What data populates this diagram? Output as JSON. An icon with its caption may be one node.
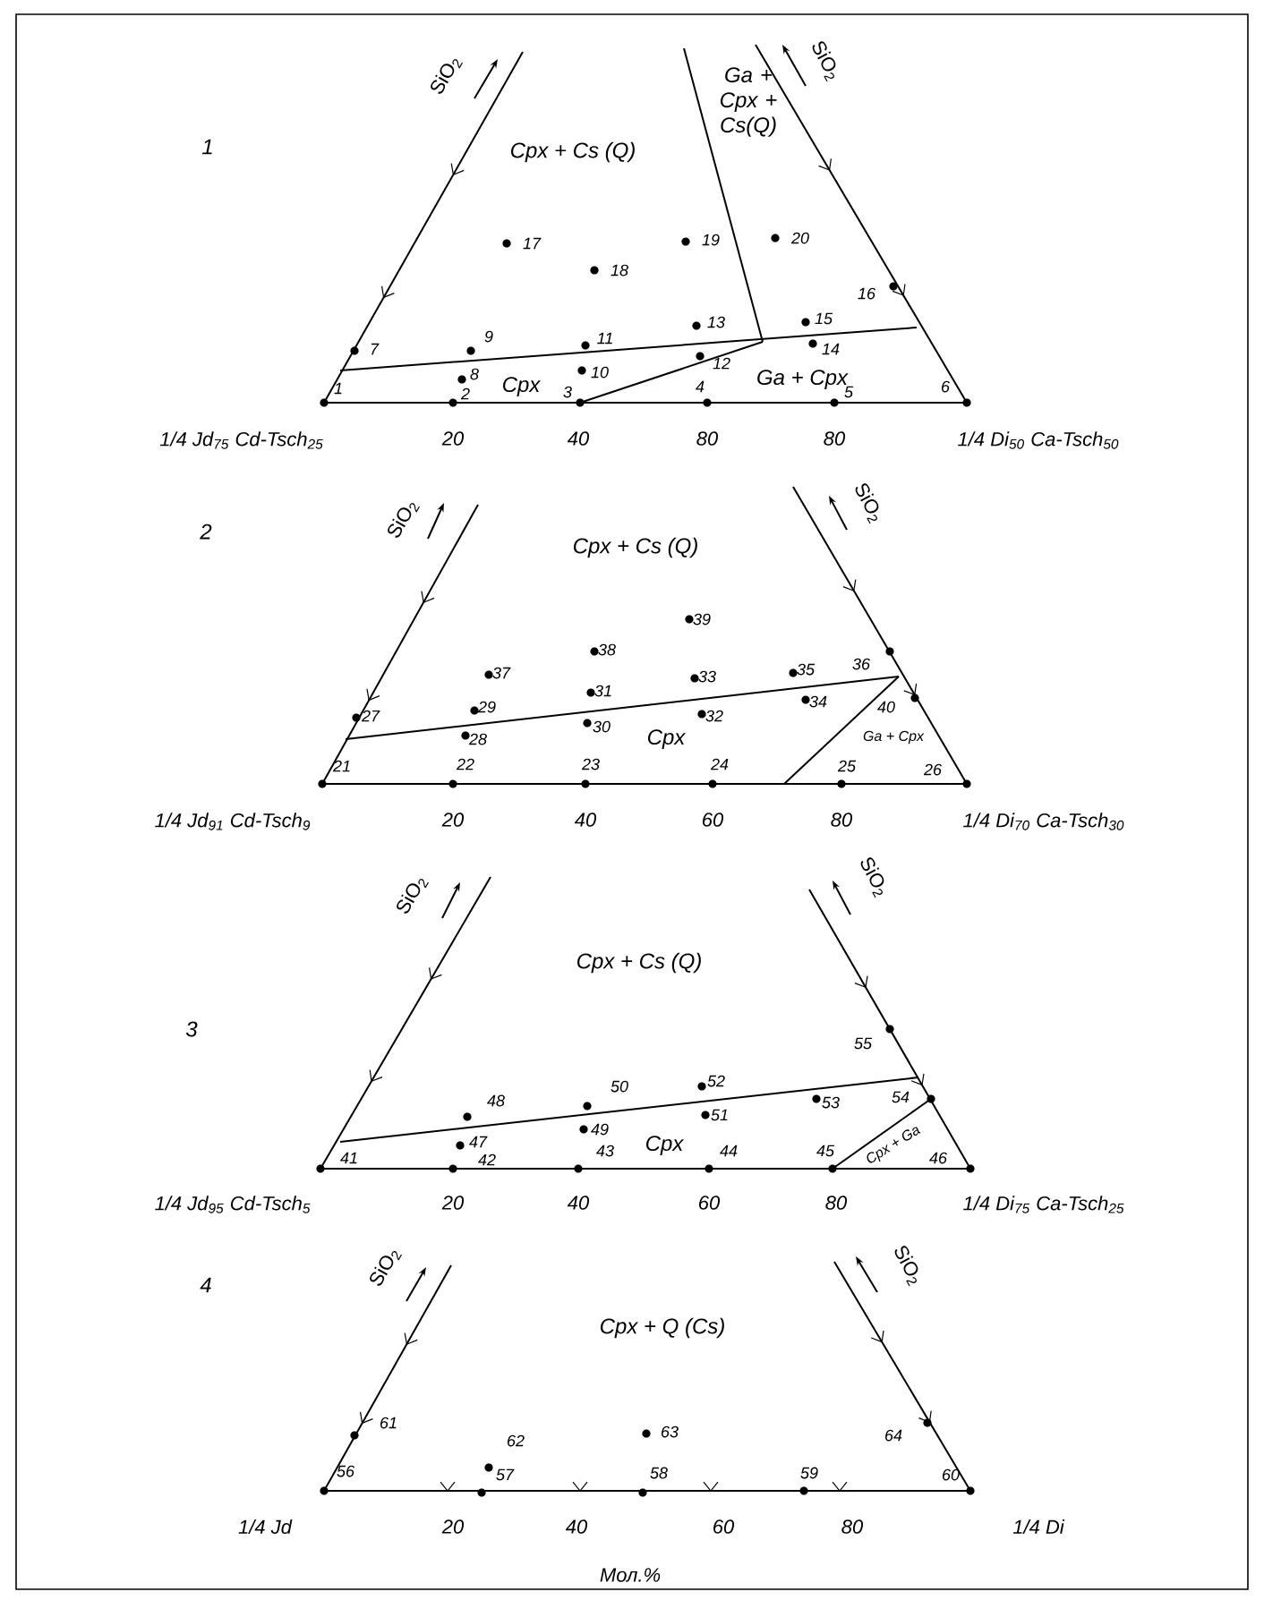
{
  "diagram": {
    "labels": [
      "SiO$_{2}$",
      "SiO$_{2}$",
      "Ga + Cpx + Cs(Q)",
      "1",
      "Cpx + Cs (Q)",
      "17",
      "18",
      "19",
      "20",
      "16",
      "7",
      "9",
      "11",
      "13",
      "15",
      "14",
      "12",
      "8",
      "Cpx",
      "10",
      "Ga + Cpx",
      "1",
      "2",
      "3",
      "4",
      "5",
      "6",
      "1/4 Jd$_{75}$ Cd-Tsch$_{25}$",
      "20",
      "40",
      "80",
      "80",
      "1/4 Di$_{50}$ Ca-Tsch$_{50}$",
      "SiO$_{2}$",
      "SiO$_{2}$",
      "2",
      "Cpx + Cs (Q)",
      "39",
      "38",
      "37",
      "33",
      "35",
      "36",
      "31",
      "29",
      "34",
      "27",
      "32",
      "30",
      "40",
      "28",
      "Cpx",
      "Ga + Cpx",
      "21",
      "22",
      "23",
      "24",
      "25",
      "26",
      "1/4 Jd$_{91}$ Cd-Tsch$_{9}$",
      "20",
      "40",
      "60",
      "80",
      "1/4 Di$_{70}$ Ca-Tsch$_{30}$",
      "SiO$_{2}$",
      "SiO$_{2}$",
      "Cpx + Cs (Q)",
      "3",
      "55",
      "52",
      "50",
      "48",
      "53",
      "54",
      "51",
      "49",
      "Cpx",
      "47",
      "41",
      "42",
      "43",
      "44",
      "45",
      "Cpx + Ga",
      "46",
      "1/4 Jd$_{95}$ Cd-Tsch$_{5}$",
      "20",
      "40",
      "60",
      "80",
      "1/4 Di$_{75}$ Ca-Tsch$_{25}$",
      "SiO$_{2}$",
      "SiO$_{2}$",
      "4",
      "Cpx + Q (Cs)",
      "61",
      "63",
      "64",
      "62",
      "56",
      "57",
      "58",
      "59",
      "60",
      "1/4 Jd",
      "20",
      "40",
      "60",
      "80",
      "1/4 Di",
      "Мол.%"
    ]
  }
}
